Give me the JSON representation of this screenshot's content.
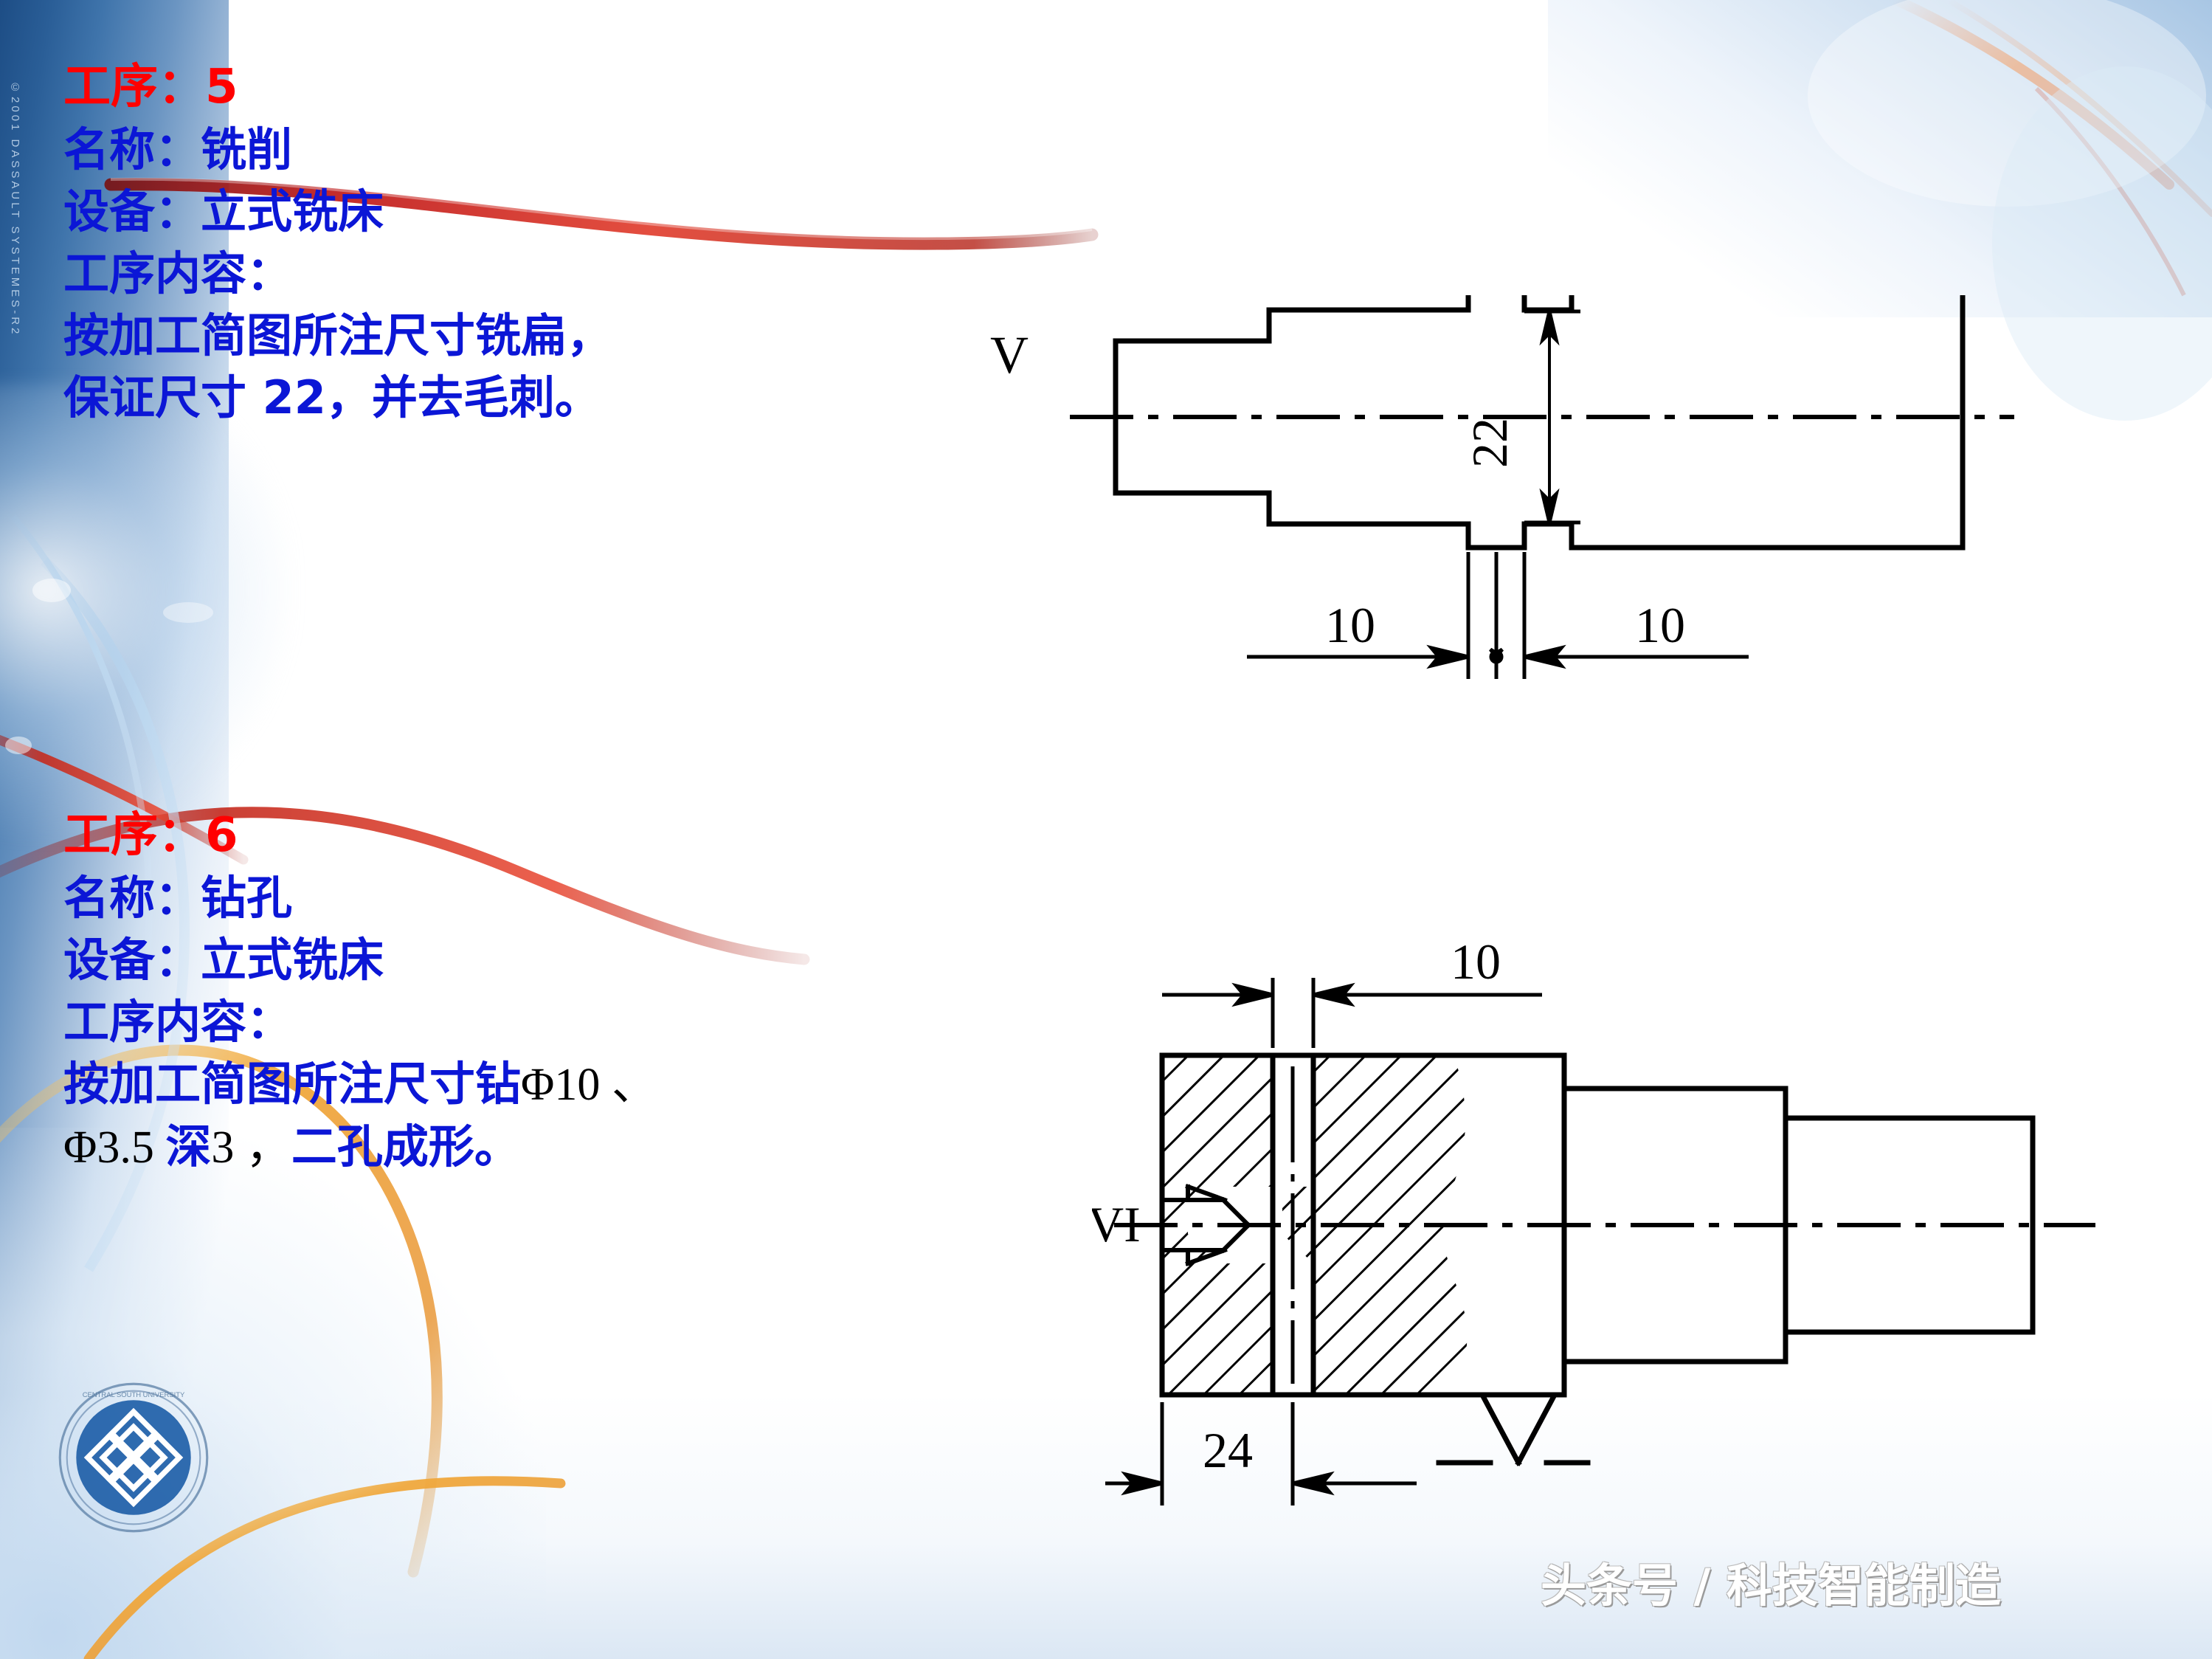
{
  "slide": {
    "copyright_text": "©2001 DASSAULT SYSTEMES-R2",
    "watermark": "头条号 / 科技智能制造",
    "logo_name": "central-south-university-logo",
    "colors": {
      "heading_red": "#ff0000",
      "body_blue": "#0b16d6",
      "drawing_black": "#000000",
      "background_blue": "#1d4d85"
    }
  },
  "process5": {
    "heading_label": "工序：",
    "heading_number": "5",
    "name_label": "名称：",
    "name_value": "铣削",
    "equip_label": "设备：",
    "equip_value": "立式铣床",
    "content_label": "工序内容：",
    "content_line1": "按加工简图所注尺寸铣扁，",
    "content_line2_a": "保证尺寸 ",
    "content_line2_b": "22",
    "content_line2_c": "，并去毛刺。"
  },
  "process6": {
    "heading_label": "工序：",
    "heading_number": "6",
    "name_label": "名称：",
    "name_value": "钻孔",
    "equip_label": "设备：",
    "equip_value": "立式铣床",
    "content_label": "工序内容：",
    "content_line1_a": "按加工简图所注尺寸钻",
    "content_line1_b": "Φ10 、",
    "content_line2_a": "Φ3.5 ",
    "content_line2_b": "深",
    "content_line2_c": "3 ，",
    "content_line2_d": "二孔成形",
    "content_line2_e": "。"
  },
  "drawing_top": {
    "view_label": "V",
    "dim_height": "22",
    "dim_left": "10",
    "dim_right": "10"
  },
  "drawing_bottom": {
    "view_label": "VI",
    "dim_top": "10",
    "dim_bottom": "24"
  }
}
